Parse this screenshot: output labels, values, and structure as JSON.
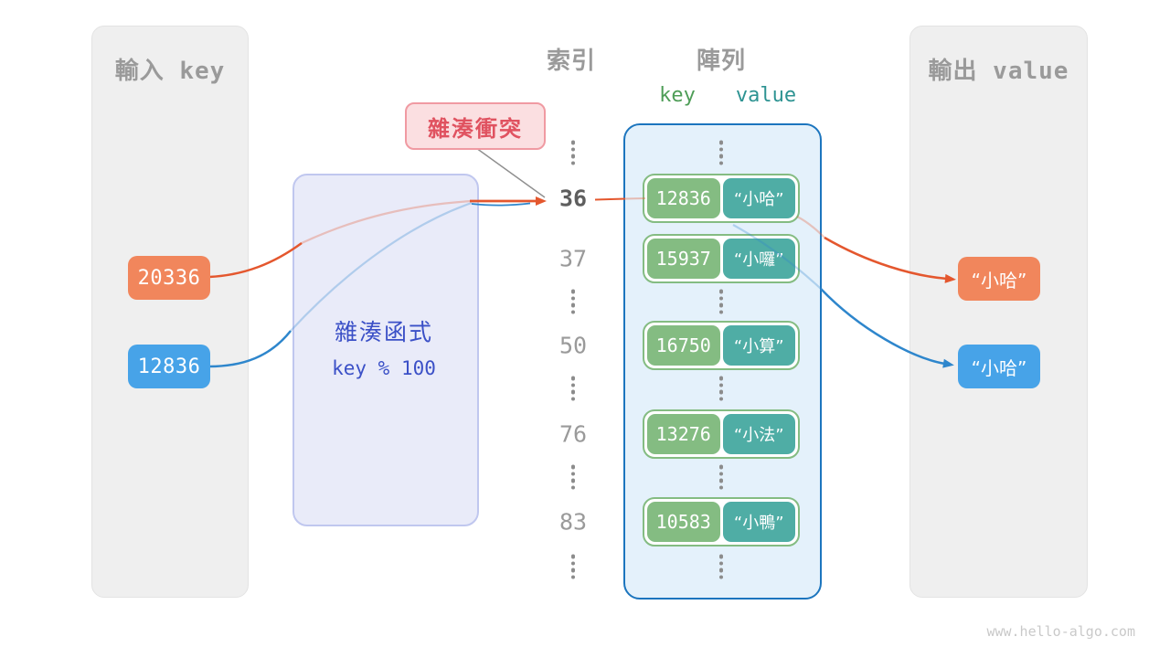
{
  "page": {
    "watermark": "www.hello-algo.com"
  },
  "colors": {
    "orange": "#F1865C",
    "orange_line": "#E4572E",
    "blue": "#47A3E8",
    "blue_line": "#2E86CC",
    "key_green": "#84BC82",
    "value_teal": "#4FADA5",
    "panel_gray": "#EFEFEF",
    "hash_blue_text": "#3B50C7",
    "collision_pink": "#E05260",
    "array_border_blue": "#1C75BE"
  },
  "input_panel": {
    "title": "輸入 key",
    "keys": [
      {
        "value": "20336",
        "color": "orange"
      },
      {
        "value": "12836",
        "color": "blue"
      }
    ]
  },
  "hash_box": {
    "title": "雜湊函式",
    "formula": "key % 100"
  },
  "collision_label": {
    "text": "雜湊衝突"
  },
  "index_column": {
    "title": "索引",
    "items": [
      {
        "type": "dots"
      },
      {
        "type": "num",
        "text": "36",
        "bold": true
      },
      {
        "type": "num",
        "text": "37"
      },
      {
        "type": "dots"
      },
      {
        "type": "num",
        "text": "50"
      },
      {
        "type": "dots"
      },
      {
        "type": "num",
        "text": "76"
      },
      {
        "type": "dots"
      },
      {
        "type": "num",
        "text": "83"
      },
      {
        "type": "dots"
      }
    ]
  },
  "array_panel": {
    "title": "陣列",
    "col_key": "key",
    "col_value": "value",
    "items": [
      {
        "type": "dots"
      },
      {
        "type": "pair",
        "key": "12836",
        "value": "“小哈”"
      },
      {
        "type": "pair",
        "key": "15937",
        "value": "“小囉”"
      },
      {
        "type": "dots"
      },
      {
        "type": "pair",
        "key": "16750",
        "value": "“小算”"
      },
      {
        "type": "dots"
      },
      {
        "type": "pair",
        "key": "13276",
        "value": "“小法”"
      },
      {
        "type": "dots"
      },
      {
        "type": "pair",
        "key": "10583",
        "value": "“小鴨”"
      },
      {
        "type": "dots"
      }
    ]
  },
  "output_panel": {
    "title": "輸出 value",
    "values": [
      {
        "text": "“小哈”",
        "color": "orange"
      },
      {
        "text": "“小哈”",
        "color": "blue"
      }
    ]
  }
}
